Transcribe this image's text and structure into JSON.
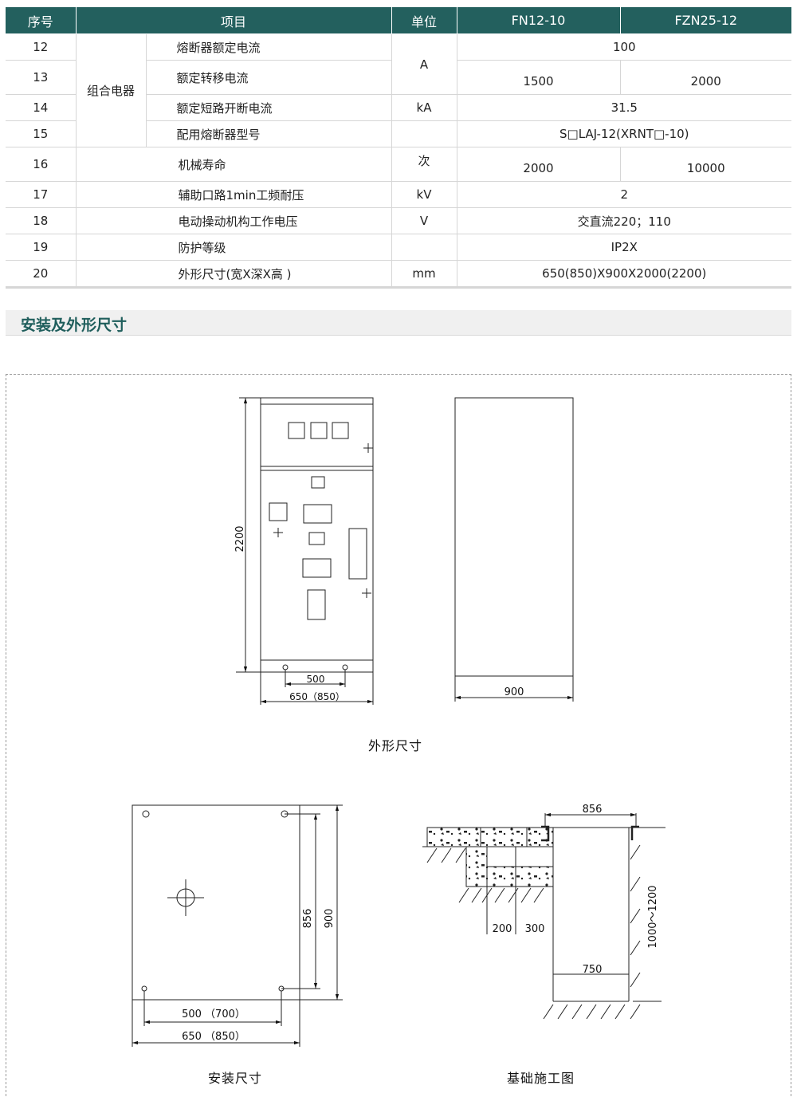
{
  "table": {
    "headers": {
      "no": "序号",
      "item": "项目",
      "unit": "单位",
      "fn": "FN12-10",
      "fzn": "FZN25-12"
    },
    "group_label": "组合电器",
    "rows": [
      {
        "no": "12",
        "item": "熔断器额定电流",
        "value": "100"
      },
      {
        "no": "13",
        "item": "额定转移电流",
        "fn": "1500",
        "fzn": "2000"
      },
      {
        "no": "14",
        "item": "额定短路开断电流",
        "unit": "kA",
        "value": "31.5"
      },
      {
        "no": "15",
        "item": "配用熔断器型号",
        "value": "S□LAJ-12(XRNT□-10)"
      },
      {
        "no": "16",
        "item": "机械寿命",
        "unit": "次",
        "fn": "2000",
        "fzn": "10000"
      },
      {
        "no": "17",
        "item": "辅助口路1min工频耐压",
        "unit": "kV",
        "value": "2"
      },
      {
        "no": "18",
        "item": "电动操动机构工作电压",
        "unit": "V",
        "value": "交直流220；110"
      },
      {
        "no": "19",
        "item": "防护等级",
        "value": "IP2X"
      },
      {
        "no": "20",
        "item": "外形尺寸(宽X深X高 )",
        "unit": "mm",
        "value": "650(850)X900X2000(2200)"
      }
    ],
    "unit_a": "A"
  },
  "section": {
    "title": "安装及外形尺寸"
  },
  "drawings": {
    "front": {
      "height": "2200",
      "inner_width": "500",
      "outer_width": "650（850）"
    },
    "side": {
      "depth": "900"
    },
    "outline_caption": "外形尺寸",
    "install": {
      "h_inner": "856",
      "h_outer": "900",
      "w_inner": "500 （700）",
      "w_outer": "650 （850）"
    },
    "install_caption": "安装尺寸",
    "foundation": {
      "top": "856",
      "d1": "200",
      "d2": "300",
      "depth": "1000～1200",
      "bottom": "750"
    },
    "foundation_caption": "基础施工图"
  },
  "colors": {
    "header": "#23605e",
    "section_text": "#1f5e5c",
    "section_bg": "#f0f0f0"
  }
}
